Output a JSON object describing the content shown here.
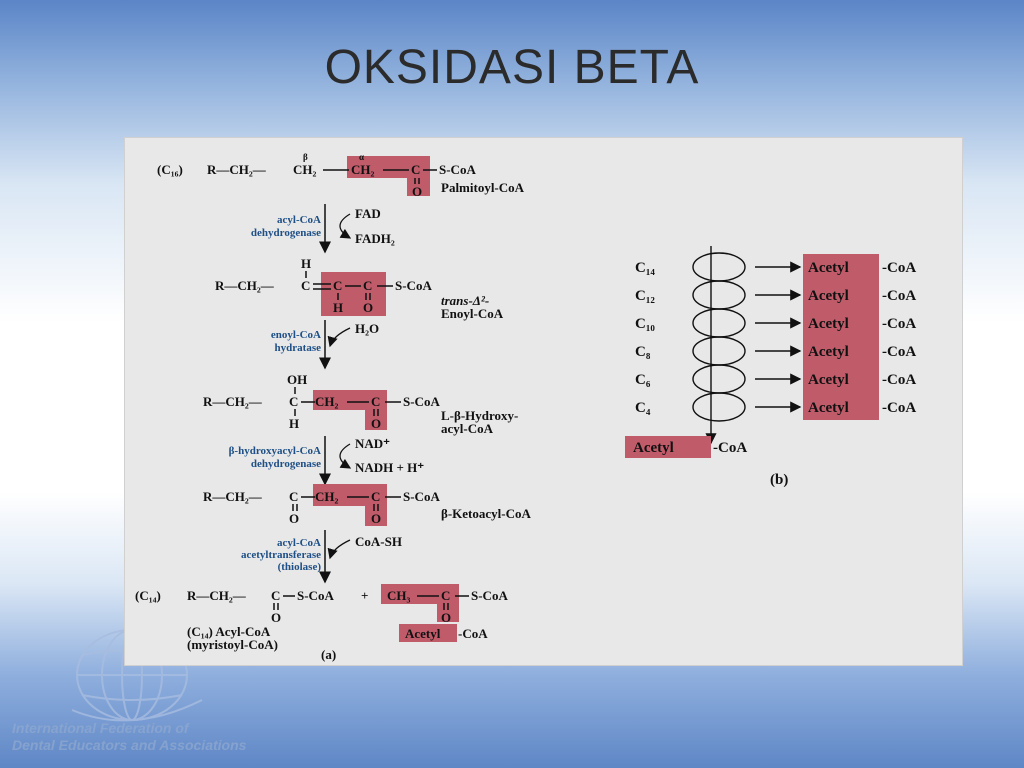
{
  "title": "OKSIDASI BETA",
  "diagram_a": {
    "carbon_count_start": "(C₁₆)",
    "r_ch2": "R—CH₂—",
    "beta": "β",
    "alpha": "α",
    "ch2": "CH₂",
    "ch2_beta": "CH₂",
    "ch2_alpha": "CH₂",
    "c": "C",
    "o": "O",
    "h": "H",
    "oh": "OH",
    "s_coa": "S-CoA",
    "palmitoyl_coa": "Palmitoyl-CoA",
    "enzyme1": [
      "acyl-CoA",
      "dehydrogenase"
    ],
    "fad": "FAD",
    "fadh2": "FADH₂",
    "trans_label": "trans-Δ²-",
    "enoyl_coa": "Enoyl-CoA",
    "enzyme2": [
      "enoyl-CoA",
      "hydratase"
    ],
    "h2o": "H₂O",
    "hydroxy_label": "L-β-Hydroxy-",
    "hydroxy_label2": "acyl-CoA",
    "enzyme3": [
      "β-hydroxyacyl-CoA",
      "dehydrogenase"
    ],
    "nad": "NAD⁺",
    "nadh": "NADH + H⁺",
    "ketoacyl": "β-Ketoacyl-CoA",
    "enzyme4": [
      "acyl-CoA",
      "acetyltransferase",
      "(thiolase)"
    ],
    "coa_sh": "CoA-SH",
    "carbon_count_end": "(C₁₄)",
    "plus": "+",
    "ch3": "CH₃",
    "acyl_coa_label": "(C₁₄) Acyl-CoA",
    "myristoyl": "(myristoyl-CoA)",
    "acetyl": "Acetyl",
    "coa_suffix": "-CoA",
    "caption": "(a)"
  },
  "diagram_b": {
    "chains": [
      "C₁₄",
      "C₁₂",
      "C₁₀",
      "C₈",
      "C₆",
      "C₄"
    ],
    "acetyl": "Acetyl",
    "coa_suffix": "-CoA",
    "caption": "(b)"
  },
  "logo": {
    "line1": "International Federation of",
    "line2": "Dental Educators and Associations"
  },
  "colors": {
    "highlight": "#c05b6a",
    "enzyme_text": "#1e4f86",
    "panel": "#e8e8e8"
  }
}
